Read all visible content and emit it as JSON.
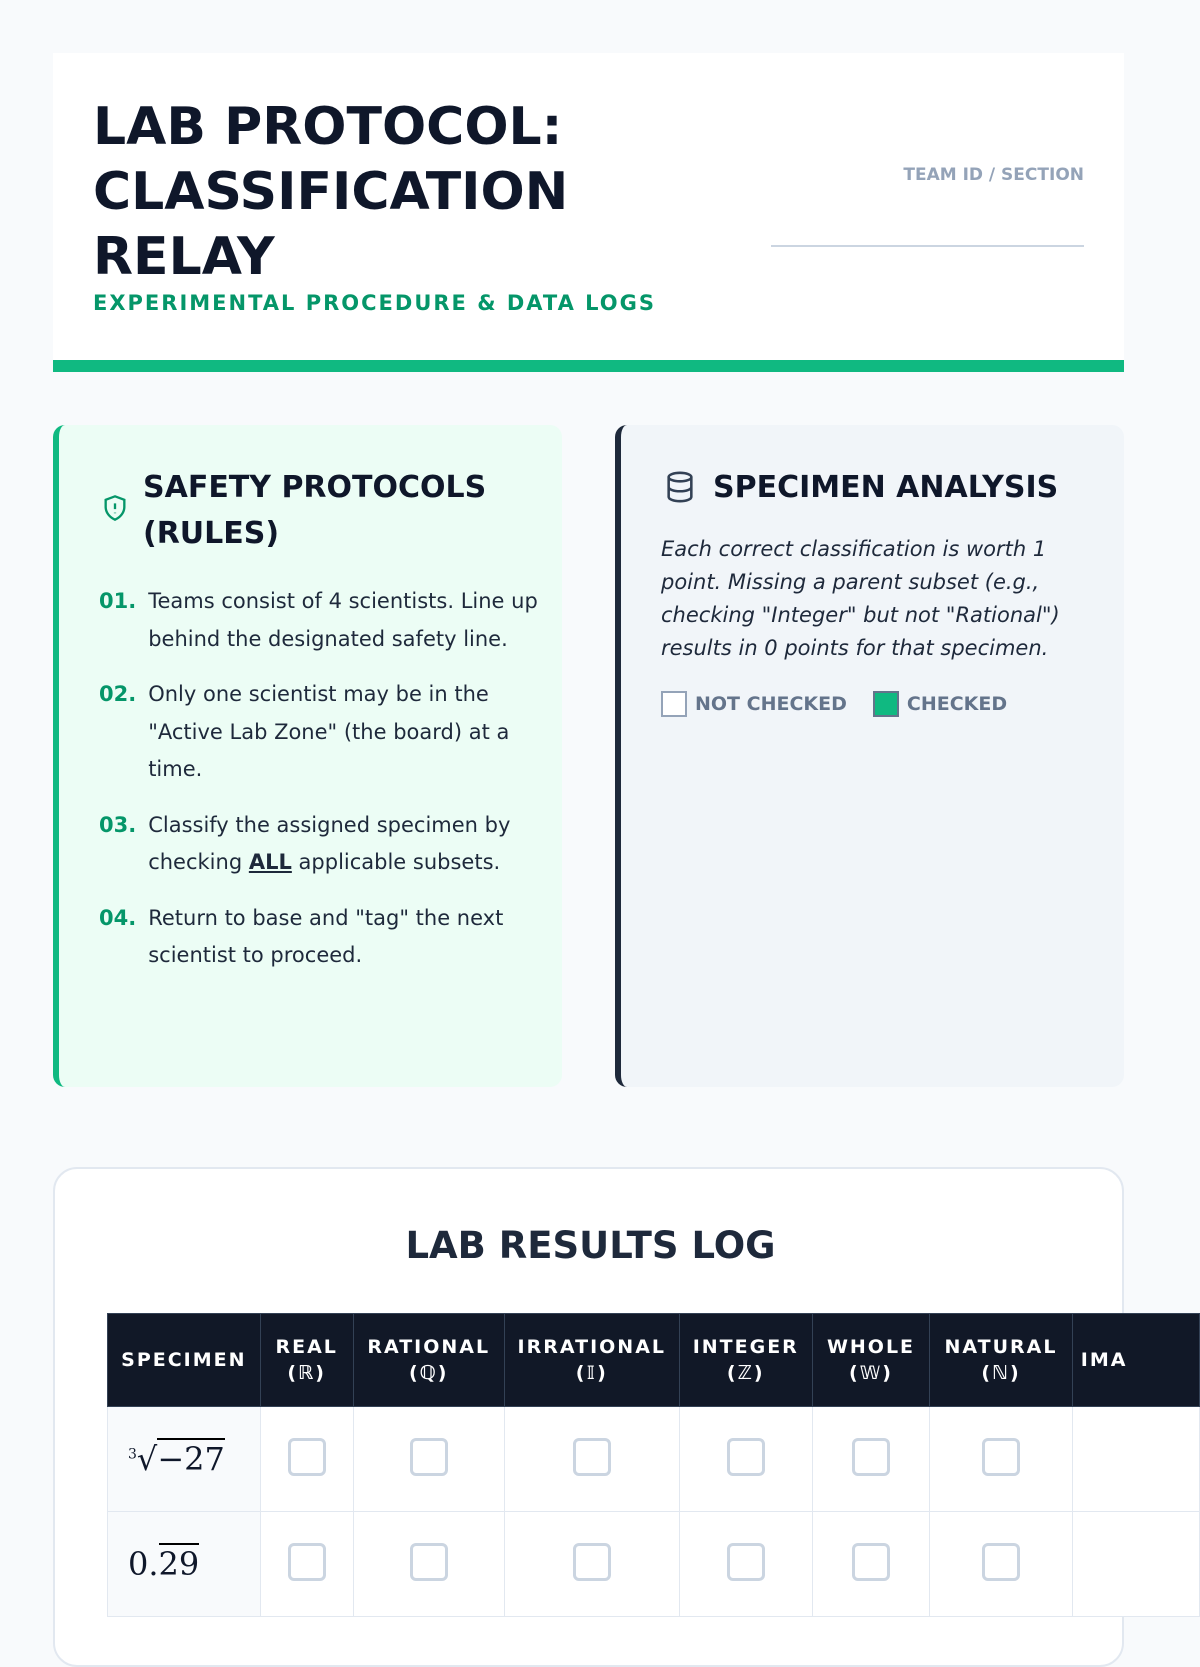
{
  "header": {
    "title_lines": [
      "LAB PROTOCOL:",
      "CLASSIFICATION",
      "RELAY"
    ],
    "subtitle": "EXPERIMENTAL PROCEDURE & DATA LOGS",
    "team_label": "TEAM ID / SECTION"
  },
  "safety": {
    "title_lines": [
      "SAFETY PROTOCOLS",
      "(RULES)"
    ],
    "rules": [
      {
        "num": "01.",
        "text": "Teams consist of 4 scientists. Line up behind the designated safety line."
      },
      {
        "num": "02.",
        "text": "Only one scientist may be in the \"Active Lab Zone\" (the board) at a time."
      },
      {
        "num": "03.",
        "pre": "Classify the assigned specimen by checking ",
        "emph": "ALL",
        "post": " applicable subsets."
      },
      {
        "num": "04.",
        "text": "Return to base and \"tag\" the next scientist to proceed."
      }
    ]
  },
  "analysis": {
    "title": "SPECIMEN ANALYSIS",
    "description": "Each correct classification is worth 1 point. Missing a parent subset (e.g., checking \"Integer\" but not \"Rational\") results in 0 points for that specimen.",
    "legend_unchecked": "NOT CHECKED",
    "legend_checked": "CHECKED"
  },
  "log": {
    "title": "LAB RESULTS LOG",
    "columns": [
      {
        "name": "SPECIMEN",
        "sym": ""
      },
      {
        "name": "REAL",
        "sym": "(ℝ)"
      },
      {
        "name": "RATIONAL",
        "sym": "(ℚ)"
      },
      {
        "name": "IRRATIONAL",
        "sym": "(𝕀)"
      },
      {
        "name": "INTEGER",
        "sym": "(ℤ)"
      },
      {
        "name": "WHOLE",
        "sym": "(𝕎)"
      },
      {
        "name": "NATURAL",
        "sym": "(ℕ)"
      },
      {
        "name": "IMA",
        "sym": ""
      }
    ],
    "rows": [
      {
        "index": "3",
        "radicand": "−27"
      },
      {
        "whole": "0.",
        "repeat": "29"
      }
    ]
  },
  "colors": {
    "accent": "#10b981",
    "dark": "#0f172a"
  }
}
